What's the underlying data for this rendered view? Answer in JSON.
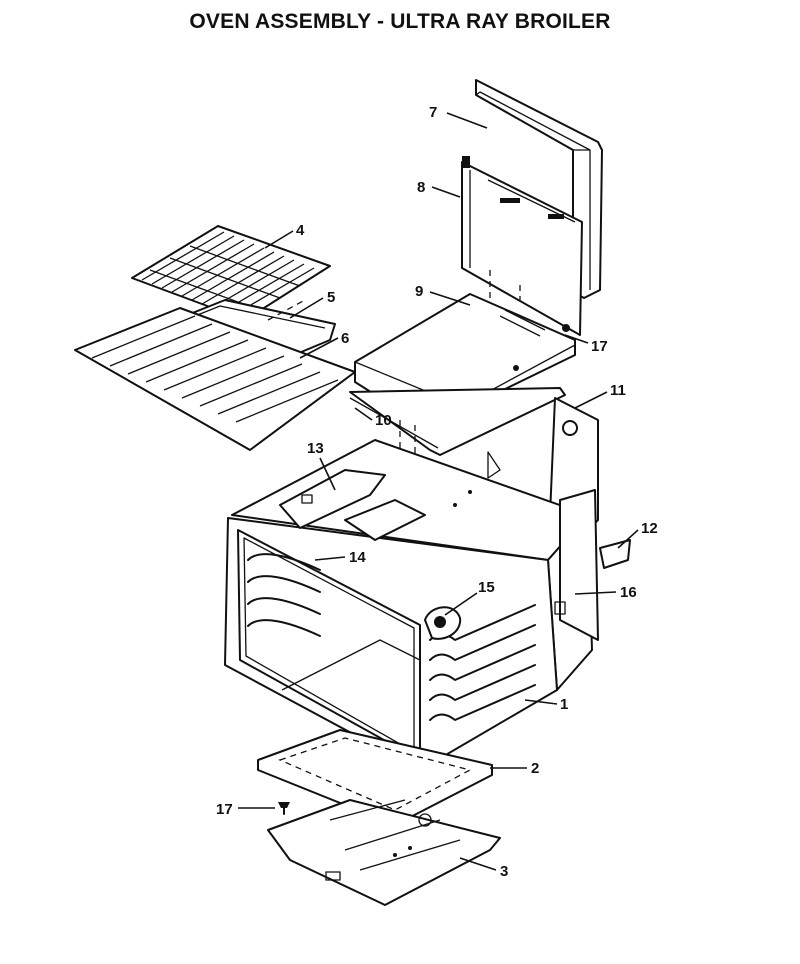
{
  "title": "OVEN ASSEMBLY - ULTRA RAY BROILER",
  "callouts": [
    {
      "id": "c1",
      "label": "1"
    },
    {
      "id": "c2",
      "label": "2"
    },
    {
      "id": "c3",
      "label": "3"
    },
    {
      "id": "c4",
      "label": "4"
    },
    {
      "id": "c5",
      "label": "5"
    },
    {
      "id": "c6",
      "label": "6"
    },
    {
      "id": "c7",
      "label": "7"
    },
    {
      "id": "c8",
      "label": "8"
    },
    {
      "id": "c9",
      "label": "9"
    },
    {
      "id": "c10",
      "label": "10"
    },
    {
      "id": "c11",
      "label": "11"
    },
    {
      "id": "c12",
      "label": "12"
    },
    {
      "id": "c13",
      "label": "13"
    },
    {
      "id": "c14",
      "label": "14"
    },
    {
      "id": "c15",
      "label": "15"
    },
    {
      "id": "c16",
      "label": "16"
    },
    {
      "id": "c17a",
      "label": "17"
    },
    {
      "id": "c17b",
      "label": "17"
    }
  ]
}
